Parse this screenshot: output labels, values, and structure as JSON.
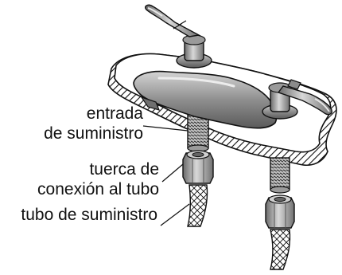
{
  "labels": {
    "supply_inlet": [
      "entrada",
      "de suministro"
    ],
    "coupling_nut": [
      "tuerca de",
      "conexión al tubo"
    ],
    "supply_tube": [
      "tubo de suministro"
    ]
  },
  "colors": {
    "line": "#111111",
    "metal": "#8c8c8c",
    "metal_dark": "#5e5e5e",
    "metal_light": "#cfcfcf",
    "plate": "#ffffff"
  }
}
